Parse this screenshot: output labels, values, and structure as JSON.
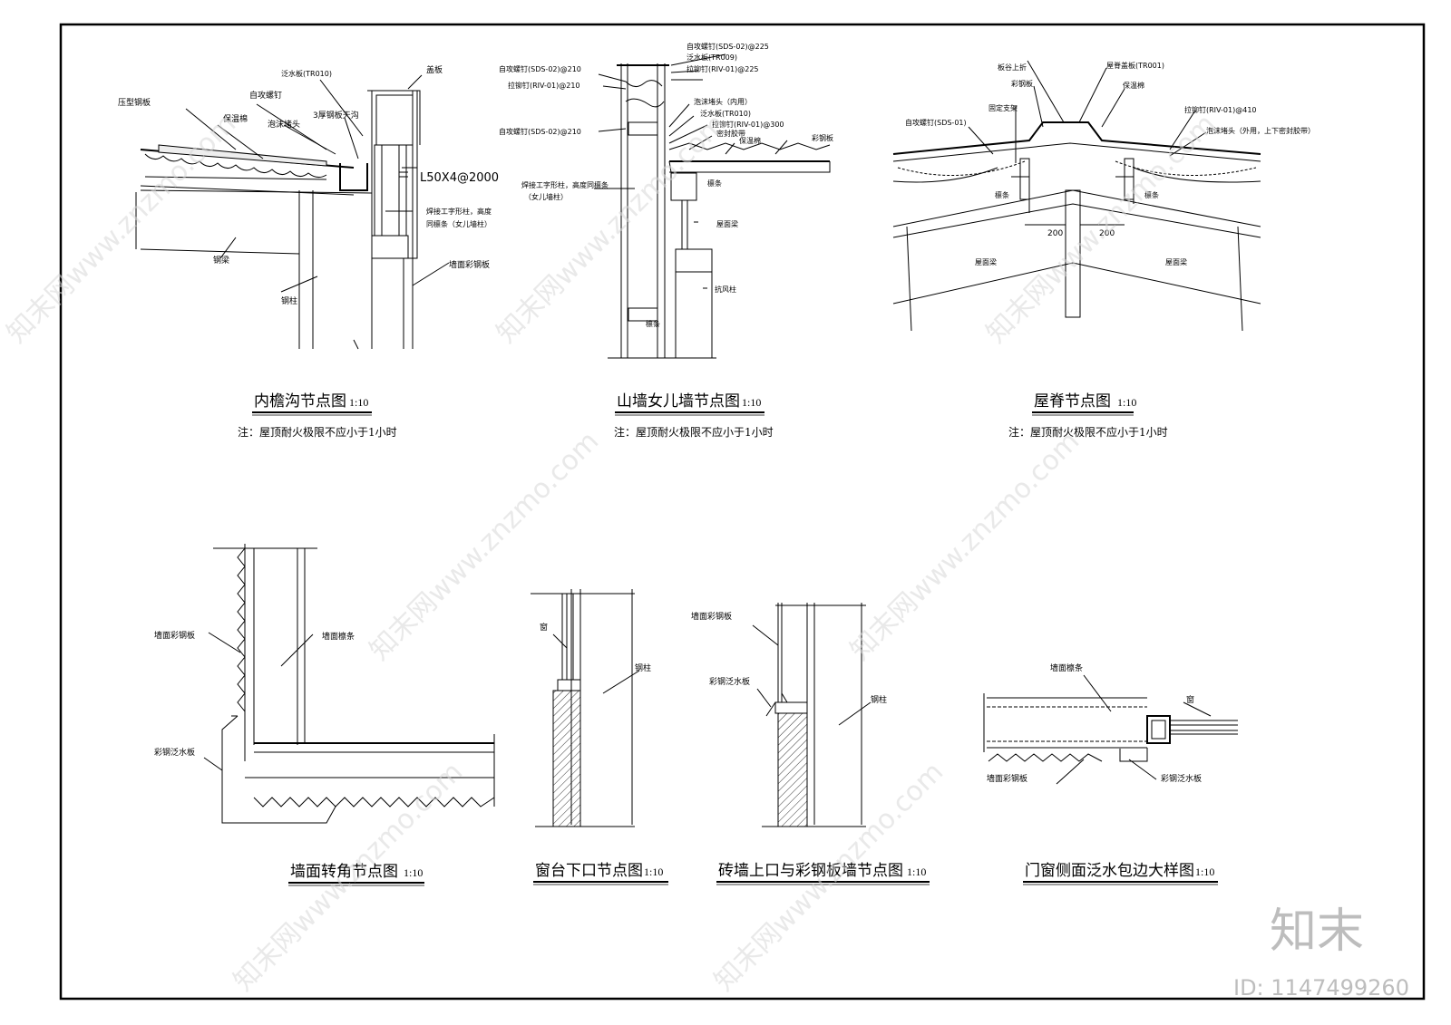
{
  "details": [
    {
      "title": "内檐沟节点图",
      "scale": "1:10",
      "note": "注：屋顶耐火极限不应小于1小时",
      "labels": [
        "压型钢板",
        "保温棉",
        "自攻螺钉",
        "泛水板(TR010)",
        "泡沫堵头",
        "3厚钢板天沟",
        "盖板",
        "L50X4@2000",
        "焊接工字形柱，高度",
        "同檩条（女儿墙柱）",
        "钢梁",
        "钢柱",
        "墙面彩钢板"
      ]
    },
    {
      "title": "山墙女儿墙节点图",
      "scale": "1:10",
      "note": "注：屋顶耐火极限不应小于1小时",
      "labels": [
        "自攻螺钉(SDS-02)@225",
        "泛水板(TR009)",
        "拉铆钉(RIV-01)@225",
        "自攻螺钉(SDS-02)@210",
        "拉铆钉(RIV-01)@210",
        "自攻螺钉(SDS-02)@210",
        "泡沫堵头（内用）",
        "泛水板(TR010)",
        "拉铆钉(RIV-01)@300",
        "密封胶带",
        "保温棉",
        "彩钢板",
        "焊接工字形柱，高度同檩条",
        "（女儿墙柱）",
        "檩条",
        "屋面梁",
        "抗风柱",
        "檩条"
      ]
    },
    {
      "title": "屋脊节点图",
      "scale": "1:10",
      "note": "注：屋顶耐火极限不应小于1小时",
      "labels": [
        "板谷上折",
        "屋脊盖板(TR001)",
        "彩钢板",
        "保温棉",
        "固定支架",
        "自攻螺钉(SDS-01)",
        "拉铆钉(RIV-01)@410",
        "泡沫堵头（外用，上下密封胶带）",
        "檩条",
        "檩条",
        "200",
        "200",
        "屋面梁",
        "屋面梁"
      ]
    },
    {
      "title": "墙面转角节点图",
      "scale": "1:10",
      "labels": [
        "墙面彩钢板",
        "墙面檩条",
        "彩钢泛水板"
      ]
    },
    {
      "title": "窗台下口节点图",
      "scale": "1:10",
      "labels": [
        "窗",
        "钢柱"
      ]
    },
    {
      "title": "砖墙上口与彩钢板墙节点图",
      "scale": "1:10",
      "labels": [
        "墙面彩钢板",
        "彩钢泛水板",
        "钢柱"
      ]
    },
    {
      "title": "门窗侧面泛水包边大样图",
      "scale": "1:10",
      "labels": [
        "墙面檩条",
        "窗",
        "墙面彩钢板",
        "彩钢泛水板"
      ]
    }
  ],
  "watermark": {
    "text": "知末网www.znzmo.com",
    "brand": "知末",
    "id": "ID: 1147499260"
  }
}
